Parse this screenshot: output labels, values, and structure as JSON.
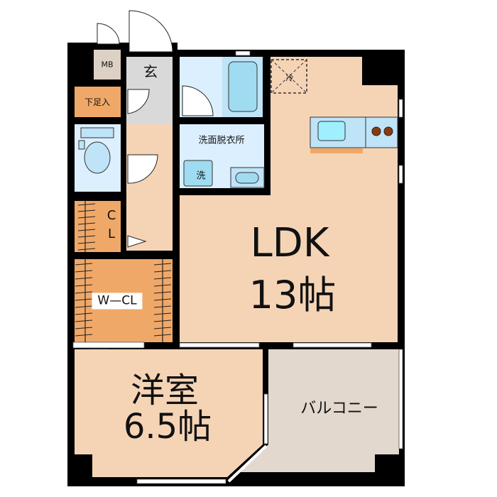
{
  "rooms": {
    "mb": "MB",
    "genkan": "玄",
    "shoe_storage": "下足入",
    "washroom": "洗面脱衣所",
    "washer": "洗",
    "ac": "冷",
    "closet_c": "C",
    "closet_l": "L",
    "walk_in_closet": "W—CL",
    "ldk_name": "LDK",
    "ldk_size": "13帖",
    "bedroom_name": "洋室",
    "bedroom_size": "6.5帖",
    "balcony": "バルコニー"
  },
  "colors": {
    "wall": "#000000",
    "living_floor": "#f5d4b6",
    "wet_area": "#dcefff",
    "fixture": "#bfe3f7",
    "storage": "#f0a868",
    "genkan": "#d9d9d9",
    "mb": "#ddd0c4",
    "balcony": "#e2d8ce",
    "stove": "#8b3a0e"
  }
}
